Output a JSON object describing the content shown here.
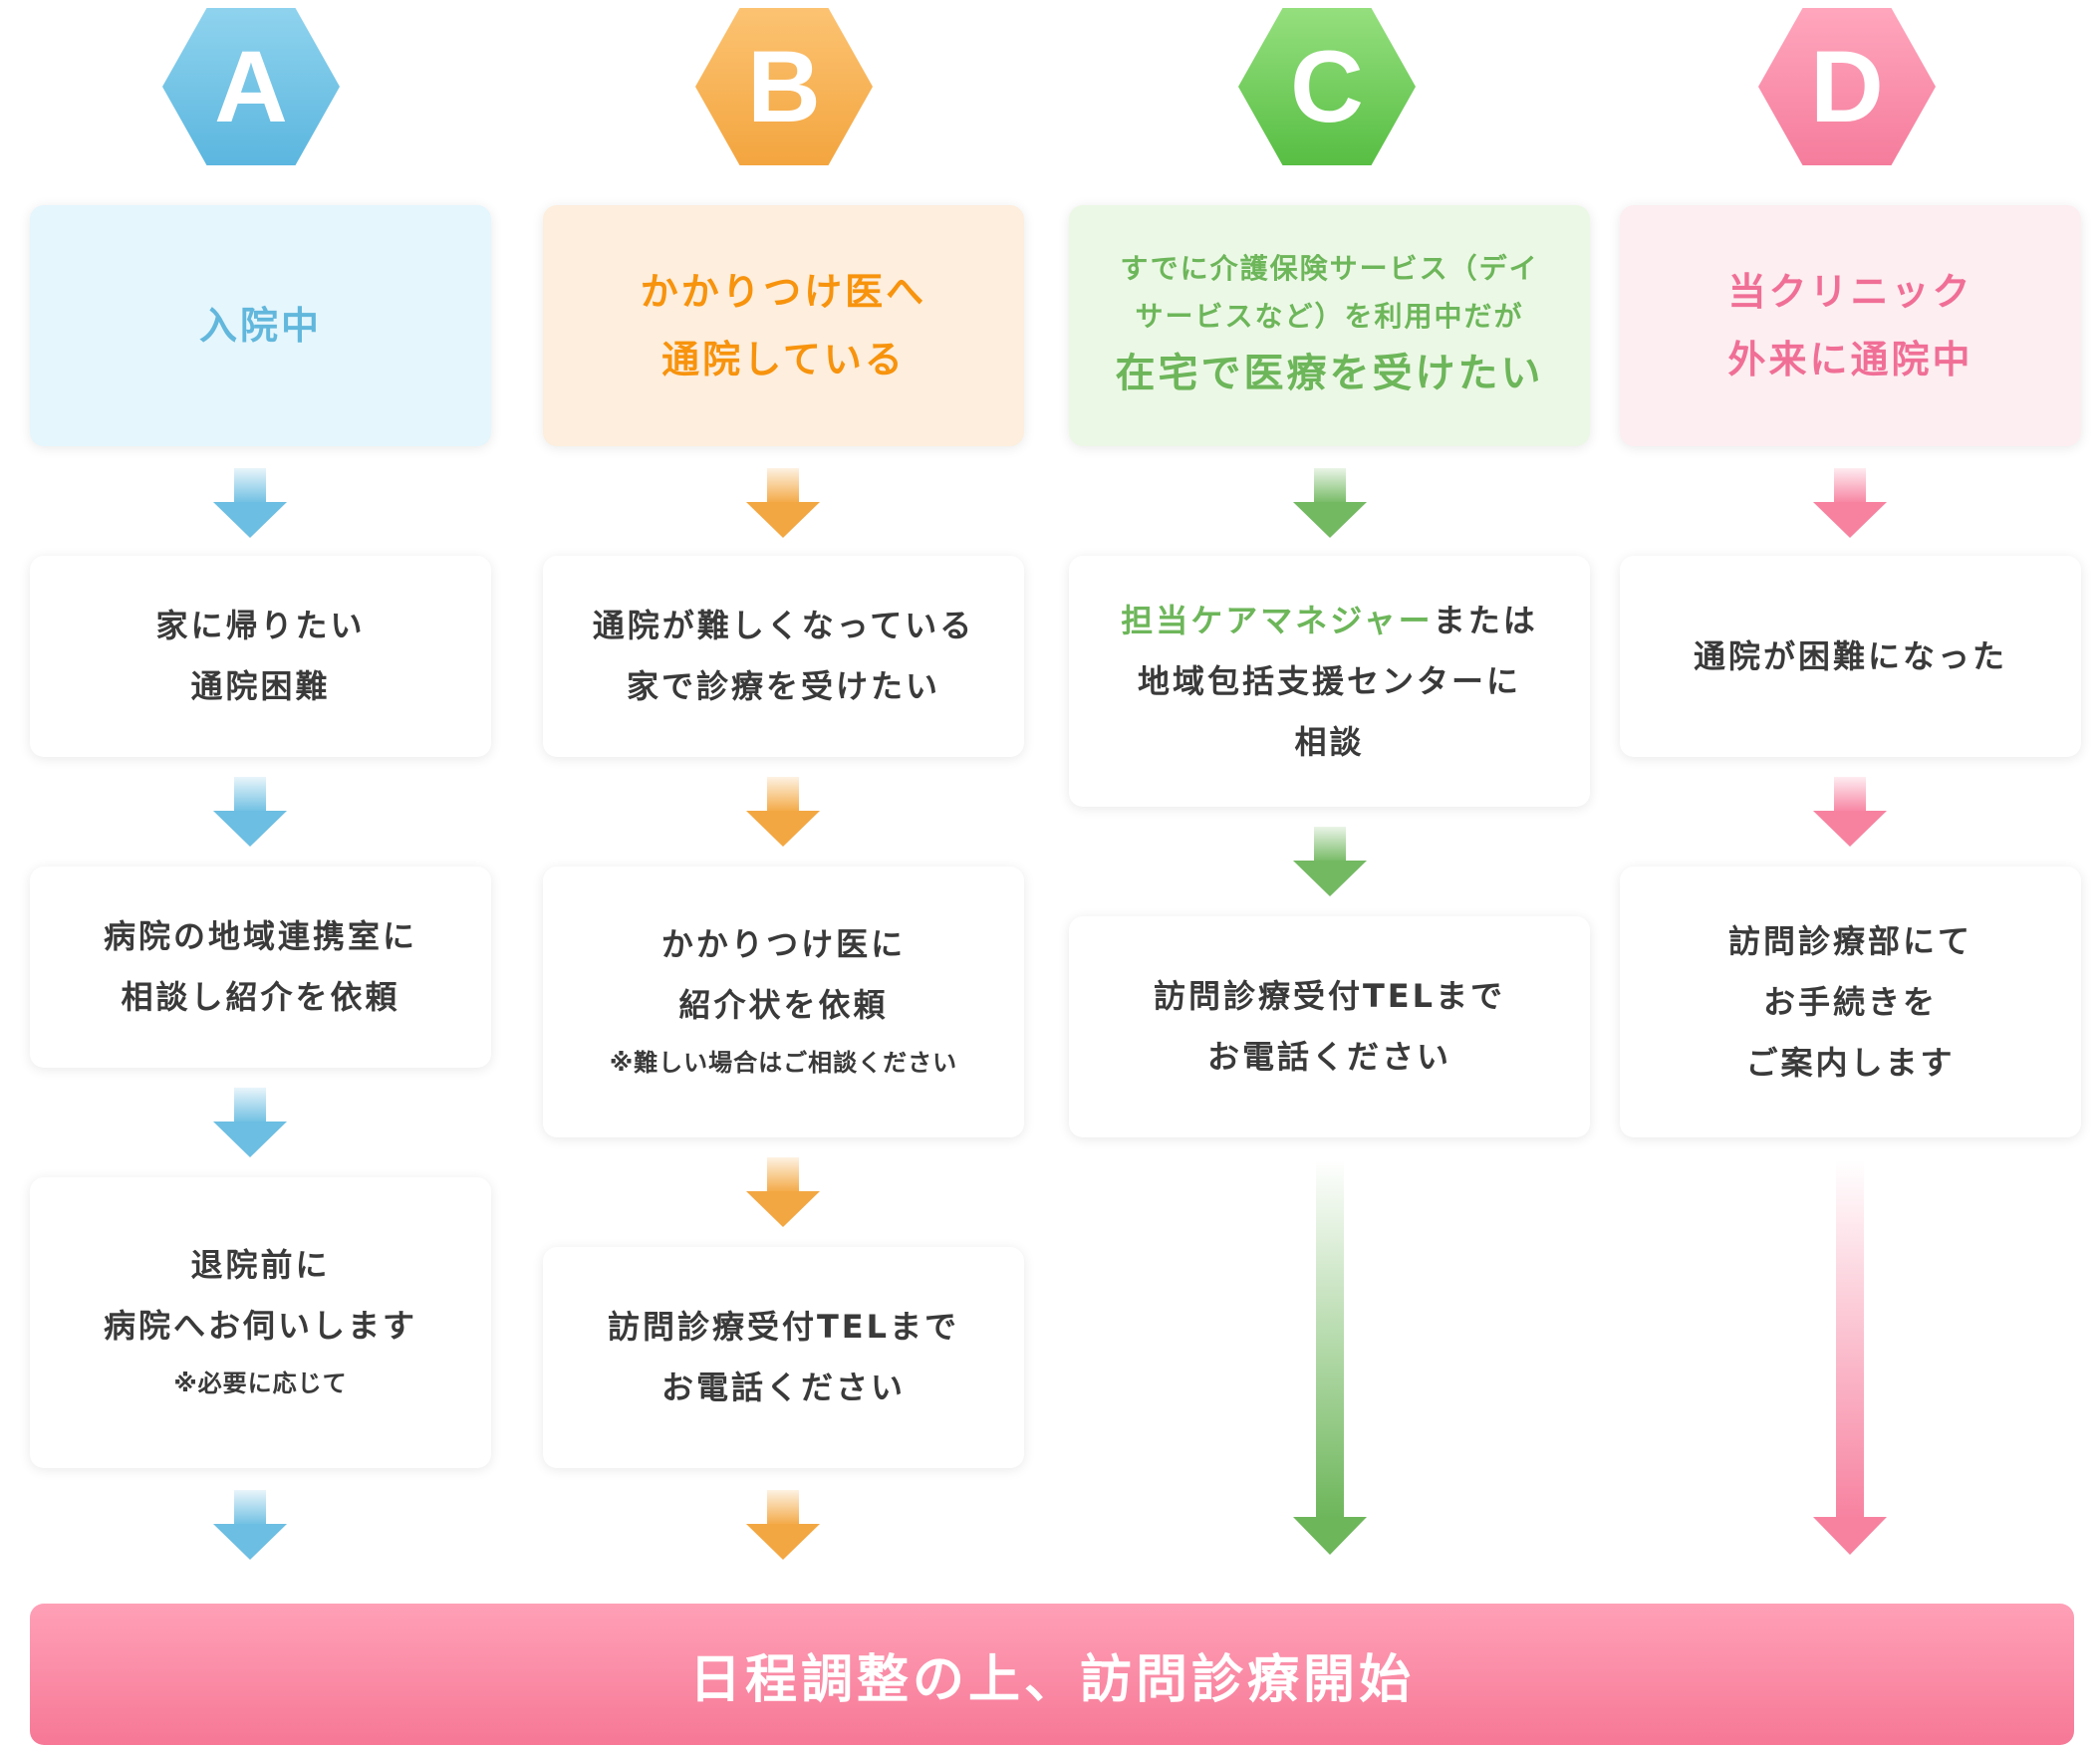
{
  "columns": [
    {
      "letter": "A",
      "header": [
        "入院中"
      ],
      "steps": [
        {
          "lines": [
            "家に帰りたい",
            "通院困難"
          ]
        },
        {
          "lines": [
            "病院の地域連携室に",
            "相談し紹介を依頼"
          ]
        },
        {
          "lines": [
            "退院前に",
            "病院へお伺いします"
          ],
          "note": "※必要に応じて"
        }
      ]
    },
    {
      "letter": "B",
      "header": [
        "かかりつけ医へ",
        "通院している"
      ],
      "steps": [
        {
          "lines": [
            "通院が難しくなっている",
            "家で診療を受けたい"
          ]
        },
        {
          "lines": [
            "かかりつけ医に",
            "紹介状を依頼"
          ],
          "note": "※難しい場合はご相談ください"
        },
        {
          "lines": [
            "訪問診療受付TELまで",
            "お電話ください"
          ]
        }
      ]
    },
    {
      "letter": "C",
      "header_small": [
        "すでに介護保険サービス（デイ",
        "サービスなど）を利用中だが"
      ],
      "header_big": "在宅で医療を受けたい",
      "steps": [
        {
          "highlight": "担当ケアマネジャー",
          "lines": [
            "または",
            "地域包括支援センターに",
            "相談"
          ]
        },
        {
          "lines": [
            "訪問診療受付TELまで",
            "お電話ください"
          ]
        }
      ]
    },
    {
      "letter": "D",
      "header": [
        "当クリニック",
        "外来に通院中"
      ],
      "steps": [
        {
          "lines": [
            "通院が困難になった"
          ]
        },
        {
          "lines": [
            "訪問診療部にて",
            "お手続きを",
            "ご案内します"
          ]
        }
      ]
    }
  ],
  "footer": "日程調整の上、訪問診療開始",
  "colors": {
    "A": "#62b7dc",
    "B": "#f3a742",
    "C": "#6db65a",
    "D": "#f06f97",
    "footer": "#f67896"
  }
}
